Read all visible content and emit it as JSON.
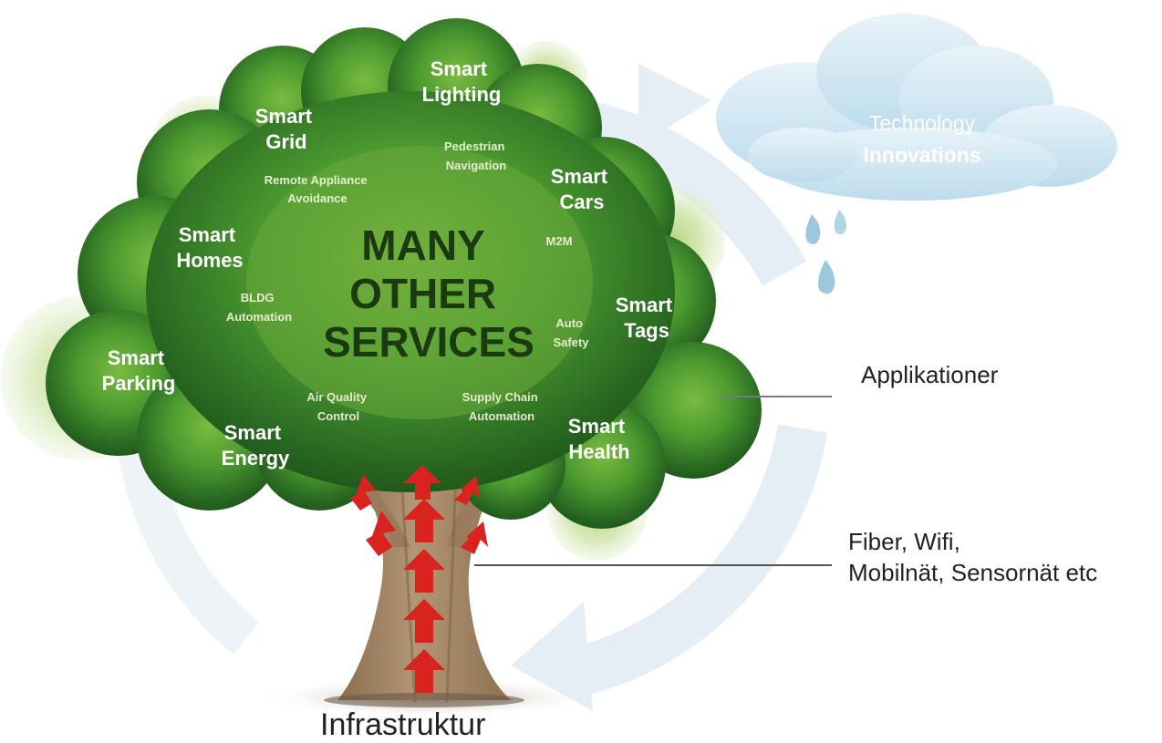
{
  "cloud": {
    "line1": "Technology",
    "line2": "Innovations"
  },
  "tree": {
    "center": [
      "MANY",
      "OTHER",
      "SERVICES"
    ],
    "smart_lighting": [
      "Smart",
      "Lighting"
    ],
    "smart_grid": [
      "Smart",
      "Grid"
    ],
    "smart_cars": [
      "Smart",
      "Cars"
    ],
    "smart_homes": [
      "Smart",
      "Homes"
    ],
    "smart_tags": [
      "Smart",
      "Tags"
    ],
    "smart_parking": [
      "Smart",
      "Parking"
    ],
    "smart_energy": [
      "Smart",
      "Energy"
    ],
    "smart_health": [
      "Smart",
      "Health"
    ],
    "pedestrian_navigation": [
      "Pedestrian",
      "Navigation"
    ],
    "remote_appliance": [
      "Remote Appliance",
      "Avoidance"
    ],
    "m2m": "M2M",
    "bldg_automation": [
      "BLDG",
      "Automation"
    ],
    "auto_safety": [
      "Auto",
      "Safety"
    ],
    "air_quality": [
      "Air Quality",
      "Control"
    ],
    "supply_chain": [
      "Supply Chain",
      "Automation"
    ]
  },
  "labels": {
    "applications": "Applikationer",
    "network_line1": "Fiber, Wifi,",
    "network_line2": "Mobilnät, Sensornät etc",
    "infrastructure": "Infrastruktur"
  },
  "colors": {
    "canopy_dark": "#1f5a1c",
    "canopy_mid": "#3e8a2c",
    "canopy_light": "#6cae3c",
    "trunk": "#a98b6b",
    "arrow": "#d8231f",
    "cloud": "#cfe6f2",
    "cycle_arrow": "#e4edf4"
  }
}
